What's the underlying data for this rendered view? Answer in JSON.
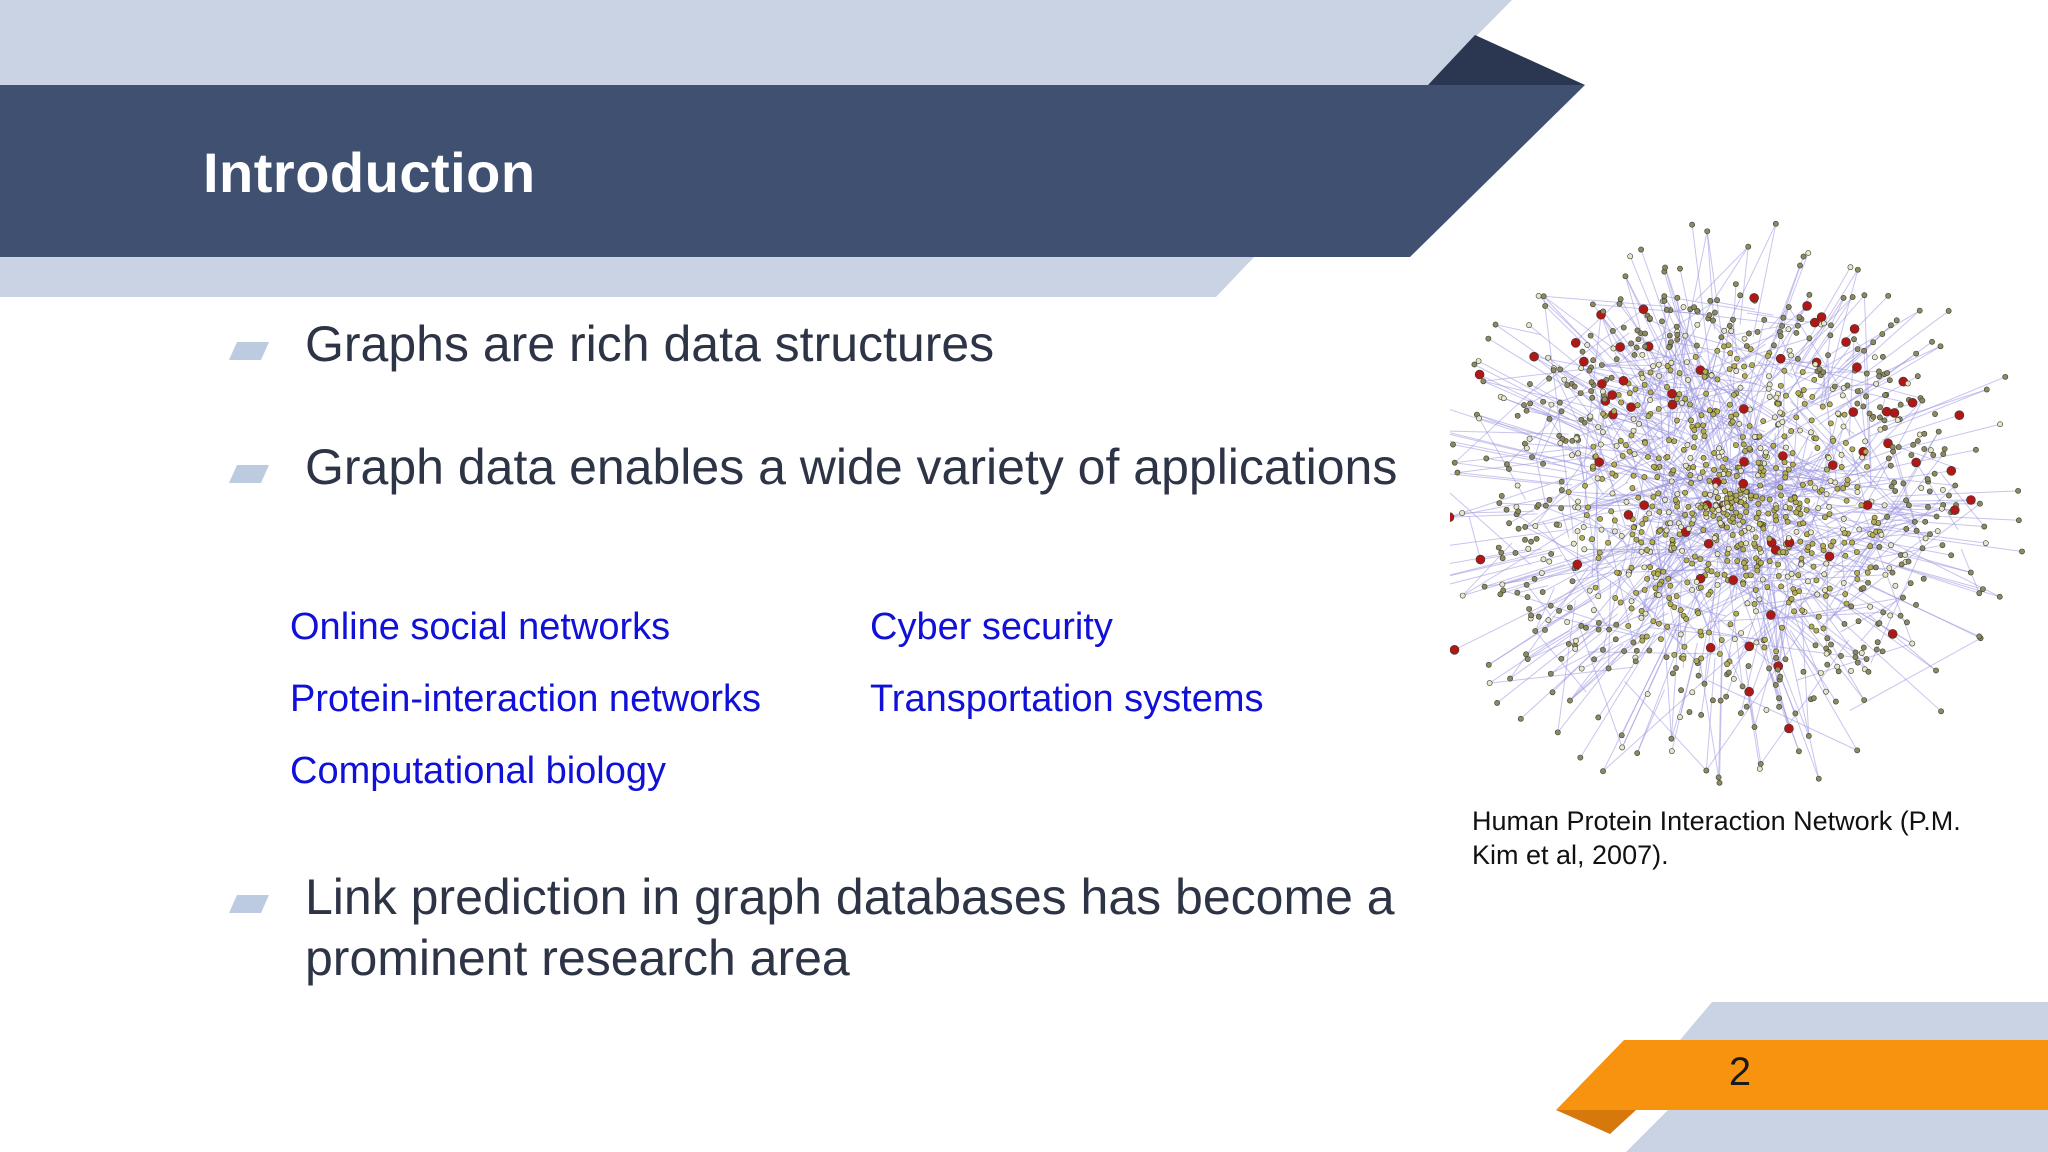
{
  "slide": {
    "title": "Introduction",
    "page_number": "2"
  },
  "bullets": [
    {
      "text": "Graphs are rich data structures"
    },
    {
      "text": "Graph data enables a wide variety of applications"
    },
    {
      "text": "Link prediction in graph databases has become a prominent research area"
    }
  ],
  "applications": {
    "left": [
      "Online social networks",
      "Protein-interaction networks",
      "Computational biology"
    ],
    "right": [
      "Cyber security",
      "Transportation systems"
    ]
  },
  "figure": {
    "caption": "Human Protein Interaction Network (P.M. Kim et al, 2007)."
  },
  "colors": {
    "header_dark": "#3f5070",
    "header_light": "#c9d3e3",
    "accent_orange": "#f7930e",
    "link_blue": "#1010d8",
    "body_text": "#2d3446"
  }
}
